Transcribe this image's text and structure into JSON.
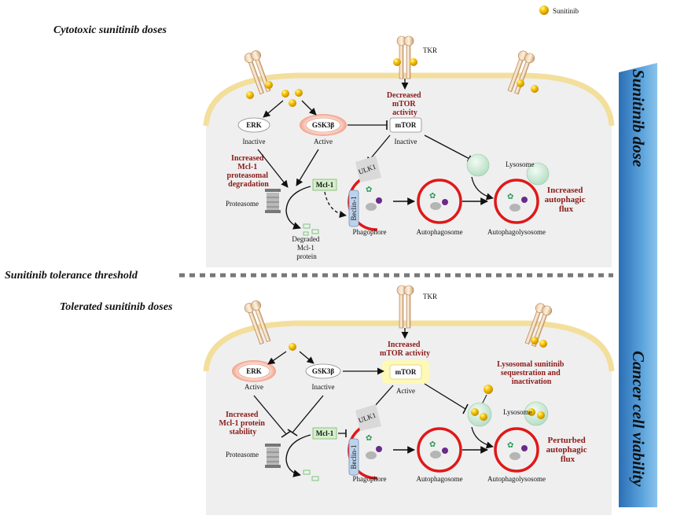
{
  "legend": {
    "label": "Sunitinib",
    "color": "#f5c400"
  },
  "side_bar": {
    "top_label": "Sunitinib dose",
    "bottom_label": "Cancer cell viability",
    "color": "#3a86c8"
  },
  "threshold": {
    "label": "Sunitinib tolerance threshold"
  },
  "panels": [
    {
      "title": "Cytotoxic sunitinib doses",
      "tkr_label": "TKR",
      "mtor_effect": [
        "Decreased",
        "mTOR",
        "activity"
      ],
      "erk": {
        "label": "ERK",
        "state": "Inactive"
      },
      "gsk": {
        "label": "GSK3β",
        "state": "Active"
      },
      "mtor": {
        "label": "mTOR",
        "state": "Inactive"
      },
      "mcl_effect": [
        "Increased",
        "Mcl-1",
        "proteasomal",
        "degradation"
      ],
      "mcl": "Mcl-1",
      "ulk": "ULK1",
      "beclin": "Beclin-1",
      "proteasome": "Proteasome",
      "degraded": [
        "Degraded",
        "Mcl-1",
        "protein"
      ],
      "phagophore": "Phagophore",
      "autophagosome": "Autophagosome",
      "autophagolysosome": "Autophagolysosome",
      "lysosome": "Lysosome",
      "flux": [
        "Increased",
        "autophagic",
        "flux"
      ]
    },
    {
      "title": "Tolerated sunitinib doses",
      "tkr_label": "TKR",
      "mtor_effect": [
        "Increased",
        "mTOR activity"
      ],
      "erk": {
        "label": "ERK",
        "state": "Active"
      },
      "gsk": {
        "label": "GSK3β",
        "state": "Inactive"
      },
      "mtor": {
        "label": "mTOR",
        "state": "Active"
      },
      "mcl_effect": [
        "Increased",
        "Mcl-1 protein",
        "stability"
      ],
      "mcl": "Mcl-1",
      "ulk": "ULK1",
      "beclin": "Beclin-1",
      "proteasome": "Proteasome",
      "phagophore": "Phagophore",
      "autophagosome": "Autophagosome",
      "autophagolysosome": "Autophagolysosome",
      "lysosome": "Lysosome",
      "lyso_seq": [
        "Lysosomal sunitinib",
        "sequestration and",
        "inactivation"
      ],
      "flux": [
        "Perturbed",
        "autophagic",
        "flux"
      ]
    }
  ]
}
